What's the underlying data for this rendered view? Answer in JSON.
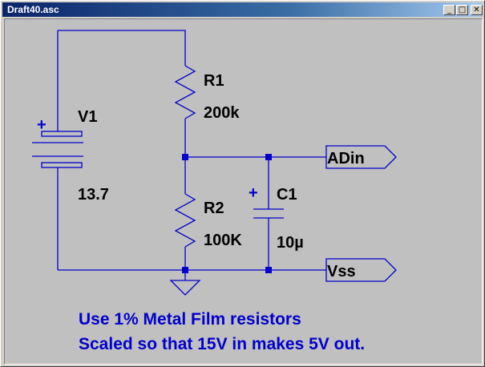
{
  "window": {
    "title": "Draft40.asc",
    "minimize_glyph": "_",
    "maximize_glyph": "□",
    "close_glyph": "✕"
  },
  "schematic": {
    "source": {
      "name": "V1",
      "value": "13.7",
      "polarity": "+"
    },
    "resistors": [
      {
        "name": "R1",
        "value": "200k"
      },
      {
        "name": "R2",
        "value": "100K"
      }
    ],
    "capacitor": {
      "name": "C1",
      "value": "10µ",
      "polarity": "+"
    },
    "net_labels": [
      "ADin",
      "Vss"
    ],
    "notes": [
      "Use 1% Metal Film resistors",
      "Scaled so that 15V in makes 5V out."
    ]
  },
  "colors": {
    "wire": "#0000cc",
    "canvas": "#c0c0c0",
    "titlebar": "#0a246a"
  }
}
